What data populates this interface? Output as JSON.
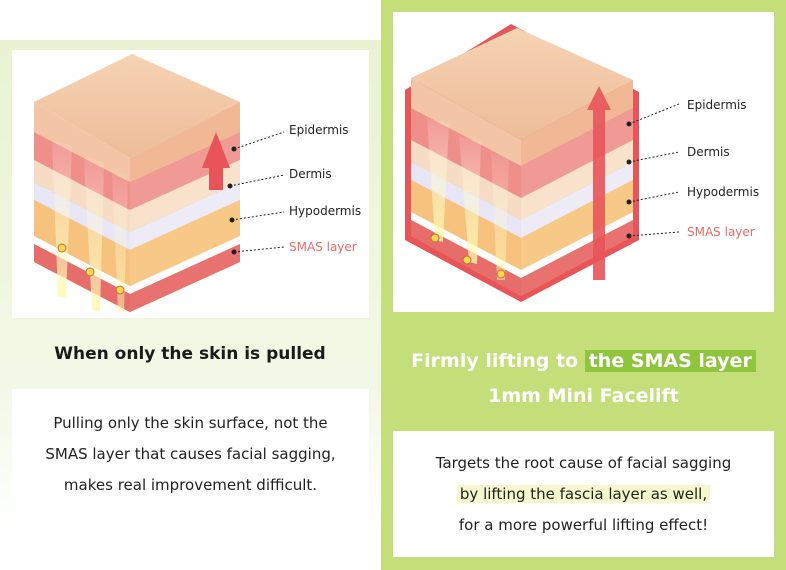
{
  "left": {
    "labels": {
      "epidermis": "Epidermis",
      "dermis": "Dermis",
      "hypodermis": "Hypodermis",
      "smas": "SMAS layer"
    },
    "title": "When only the skin is pulled",
    "description": [
      "Pulling only the skin surface, not the",
      "SMAS layer that causes facial sagging,",
      "makes real improvement difficult."
    ]
  },
  "right": {
    "labels": {
      "epidermis": "Epidermis",
      "dermis": "Dermis",
      "hypodermis": "Hypodermis",
      "smas": "SMAS layer"
    },
    "title_prefix": "Firmly lifting to",
    "title_highlight": "the SMAS layer",
    "subtitle": "1mm Mini Facelift",
    "description": [
      "Targets the root cause of facial sagging",
      "by lifting the fascia layer as well,",
      "for a more powerful lifting effect!"
    ]
  },
  "colors": {
    "left_background": "#e9f3d3",
    "right_background": "#c4de7a",
    "title_highlight": "#8fc53d",
    "smas_label": "#e86b64",
    "text_highlight": "#f6f7cc"
  }
}
